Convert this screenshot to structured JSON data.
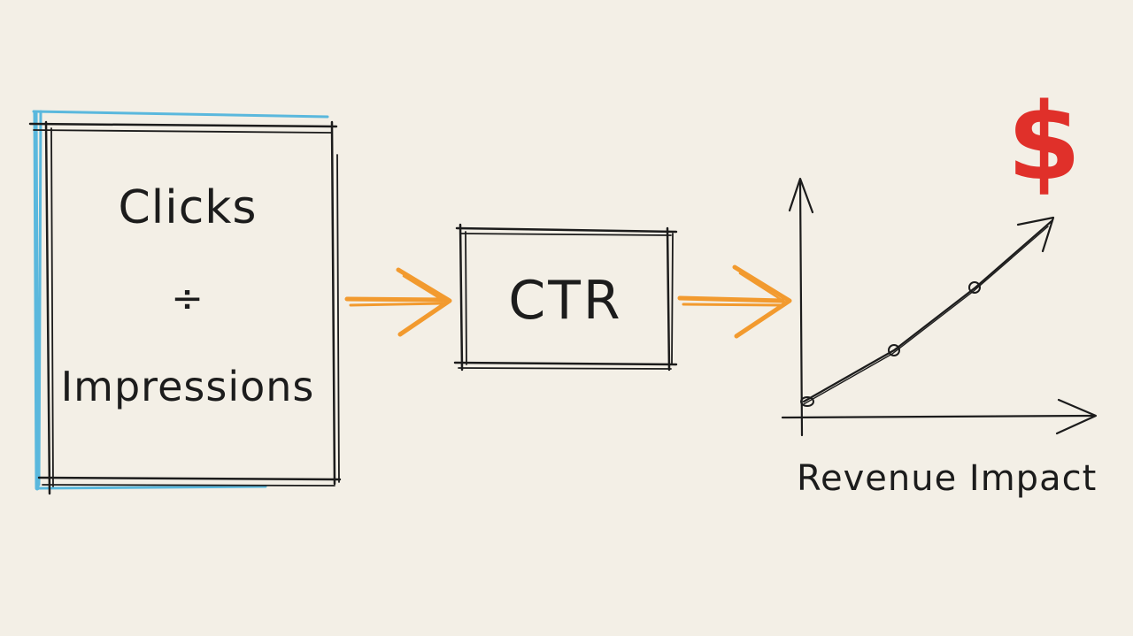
{
  "formula_box": {
    "numerator": "Clicks",
    "operator": "÷",
    "denominator": "Impressions"
  },
  "result_box": {
    "label": "CTR"
  },
  "impact_chart": {
    "caption": "Revenue Impact",
    "symbol": "$"
  },
  "colors": {
    "background": "#f3efe6",
    "ink": "#1c1c1c",
    "highlight_blue": "#5ab8dd",
    "arrow_orange": "#f29a2e",
    "dollar_red": "#e0302a"
  }
}
